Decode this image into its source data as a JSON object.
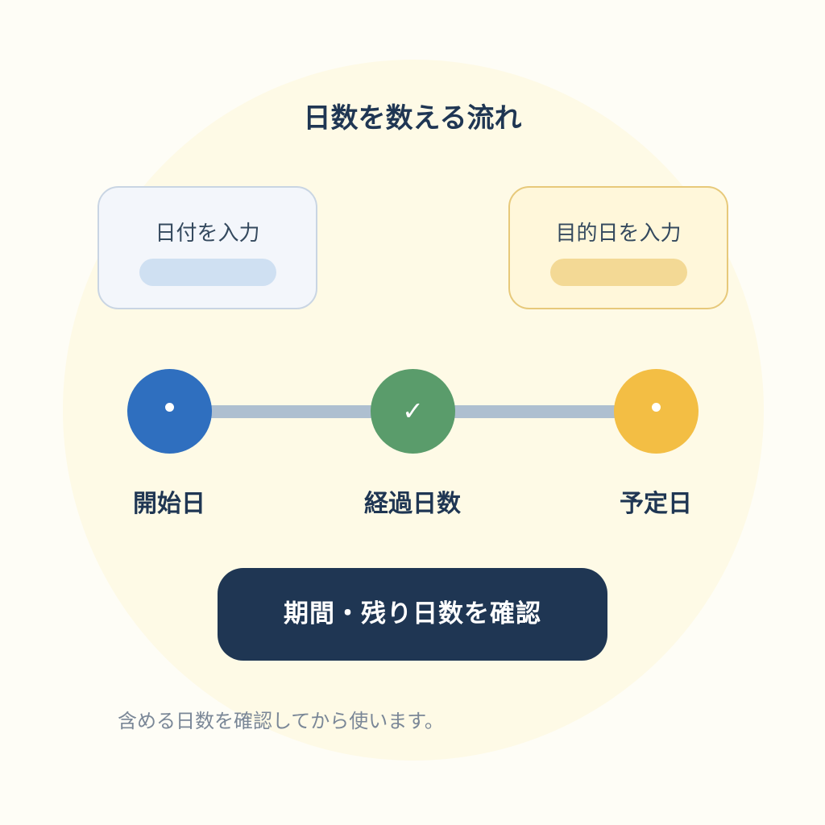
{
  "title": "日数を数える流れ",
  "cards": {
    "left": {
      "label": "日付を入力"
    },
    "right": {
      "label": "目的日を入力"
    }
  },
  "nodes": {
    "start": {
      "label": "開始日",
      "icon": "dot-icon"
    },
    "middle": {
      "label": "経過日数",
      "icon": "check-icon",
      "glyph": "✓"
    },
    "end": {
      "label": "予定日",
      "icon": "dot-icon"
    }
  },
  "button": {
    "label": "期間・残り日数を確認"
  },
  "note": "含める日数を確認してから使います。",
  "colors": {
    "navy": "#1f3653",
    "blue": "#2f6fbf",
    "green": "#5a9c6b",
    "yellow": "#f3be44"
  }
}
